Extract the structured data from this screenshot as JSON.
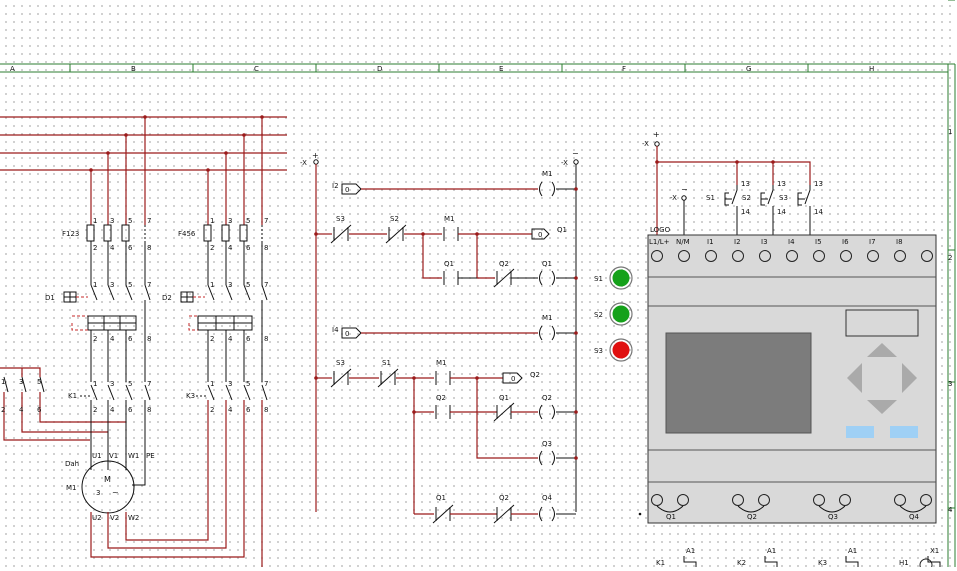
{
  "frame": {
    "zones": [
      "A",
      "B",
      "C",
      "D",
      "E",
      "F",
      "G",
      "H"
    ],
    "rows": [
      "1",
      "2",
      "3",
      "4"
    ]
  },
  "power": {
    "fuses": [
      {
        "name": "F123",
        "terms_top": [
          "1",
          "3",
          "5",
          "7"
        ],
        "terms_bot": [
          "2",
          "4",
          "6",
          "8"
        ]
      },
      {
        "name": "F456",
        "terms_top": [
          "1",
          "3",
          "5",
          "7"
        ],
        "terms_bot": [
          "2",
          "4",
          "6",
          "8"
        ]
      }
    ],
    "overloads": [
      "D1",
      "D2"
    ],
    "contactors": [
      "K1",
      "K3"
    ],
    "motor": {
      "label": "M1",
      "symbol": "M",
      "phase": "3",
      "conn": "Dah",
      "top_terms": [
        "U1",
        "V1",
        "W1",
        "PE"
      ],
      "bot_terms": [
        "U2",
        "V2",
        "W2"
      ]
    }
  },
  "ladder": {
    "rail_plus": "+",
    "rail_minus": "−",
    "rail_label": "-X",
    "rung1": {
      "input": "I2",
      "val": "0",
      "coil": "M1"
    },
    "rung2": {
      "contacts": [
        "S3",
        "S2",
        "M1"
      ],
      "out": "Q1",
      "val": "0",
      "branch": [
        "Q1",
        "Q2"
      ],
      "coil": "Q1"
    },
    "rung3": {
      "input": "I4",
      "val": "0",
      "coil": "M1"
    },
    "rung4": {
      "contacts": [
        "S3",
        "S1",
        "M1"
      ],
      "out": "Q2",
      "val": "0"
    },
    "rung5": {
      "branch": [
        "Q2",
        "Q1"
      ],
      "coil": "Q2"
    },
    "rung6": {
      "coil": "Q3"
    },
    "rung7": {
      "branch": [
        "Q1",
        "Q2"
      ],
      "coil": "Q4"
    }
  },
  "lamps": [
    {
      "label": "S1",
      "color": "#15a11a"
    },
    {
      "label": "S2",
      "color": "#15a11a"
    },
    {
      "label": "S3",
      "color": "#e01010"
    }
  ],
  "logo": {
    "title": "LOGO",
    "inputs": [
      "L1/L+",
      "N/M",
      "I1",
      "I2",
      "I3",
      "I4",
      "I5",
      "I6",
      "I7",
      "I8"
    ],
    "outputs": [
      "Q1",
      "Q2",
      "Q3",
      "Q4"
    ],
    "switches": [
      "S1",
      "S2",
      "S3"
    ],
    "sw_top": "13",
    "sw_bot": "14",
    "rail_plus": "+",
    "rail_minus": "−",
    "rail_label": "-X"
  },
  "bottom": {
    "labels": [
      "A1",
      "A1",
      "A1",
      "X1",
      "K1",
      "K2",
      "K3",
      "H1"
    ]
  }
}
